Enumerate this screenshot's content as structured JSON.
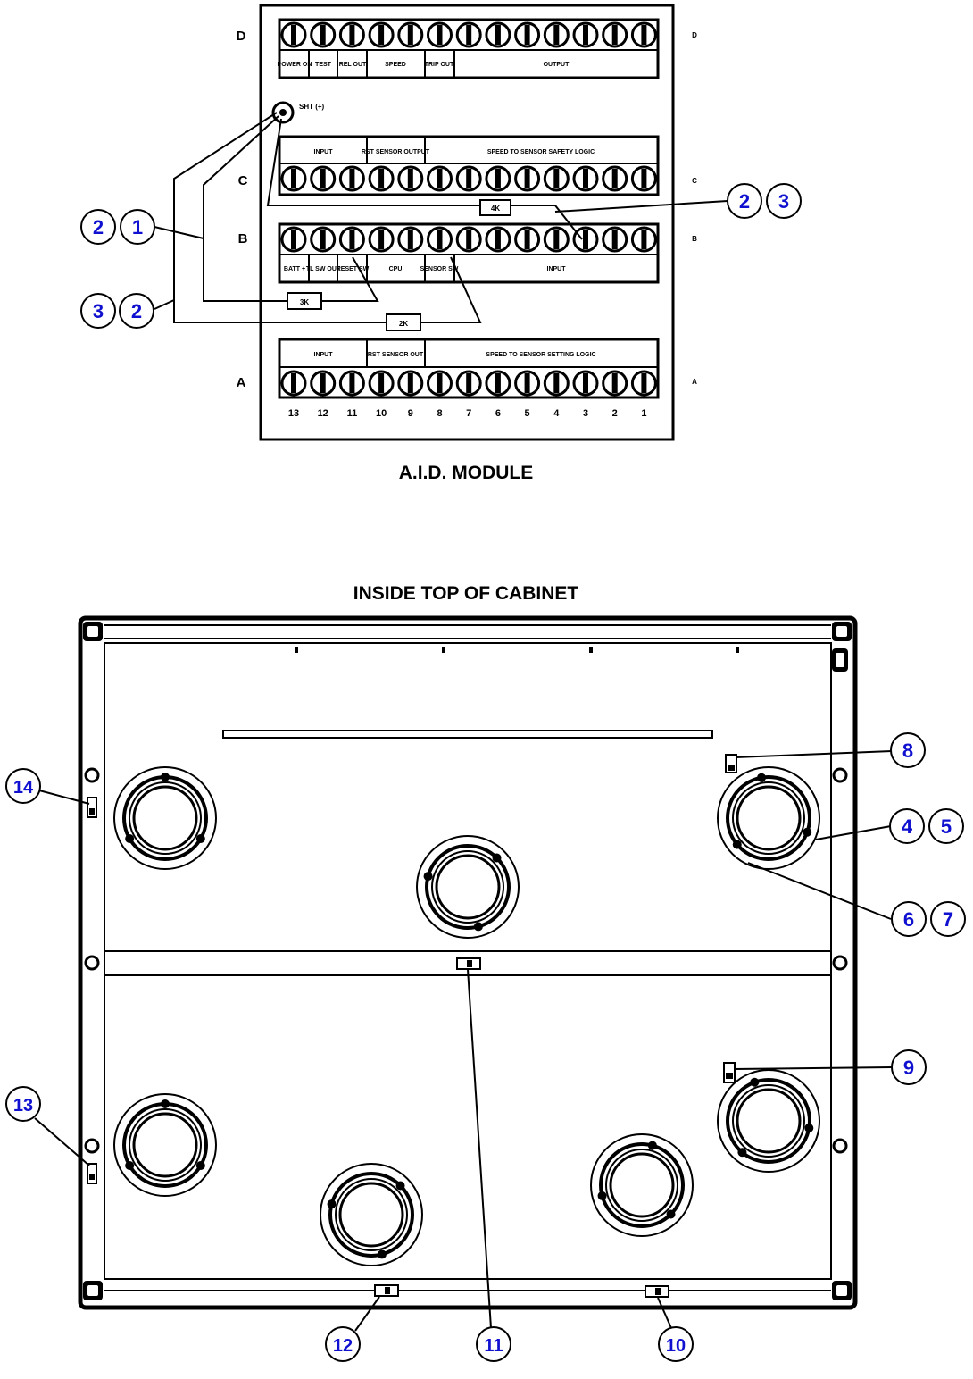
{
  "aid_module": {
    "caption": "A.I.D. MODULE",
    "rows": [
      {
        "id": "D",
        "label": "D"
      },
      {
        "id": "C",
        "label": "C"
      },
      {
        "id": "B",
        "label": "B"
      },
      {
        "id": "A",
        "label": "A"
      }
    ],
    "terminal_count": 13,
    "terminal_numbers": [
      "13",
      "12",
      "11",
      "10",
      "9",
      "8",
      "7",
      "6",
      "5",
      "4",
      "3",
      "2",
      "1"
    ],
    "shunt_label": "SHT (+)",
    "row_d_headers": [
      "POWER ON",
      "TEST",
      "REL OUT",
      "SPEED",
      "TRIP OUT",
      "OUTPUT"
    ],
    "row_c_headers": [
      "INPUT",
      "RST SENSOR OUTPUT",
      "SPEED TO SENSOR SAFETY LOGIC"
    ],
    "row_b_headers": [
      "BATT +",
      "TL SW OUT",
      "RESET SW",
      "CPU",
      "SENSOR SW",
      "INPUT"
    ],
    "row_a_headers": [
      "INPUT",
      "RST SENSOR OUT",
      "SPEED TO SENSOR SETTING LOGIC"
    ],
    "tags": [
      "4K",
      "3K",
      "2K"
    ],
    "callouts": [
      {
        "id": "c21",
        "numbers": [
          "2",
          "1"
        ]
      },
      {
        "id": "c32",
        "numbers": [
          "3",
          "2"
        ]
      },
      {
        "id": "c23",
        "numbers": [
          "2",
          "3"
        ]
      }
    ]
  },
  "cabinet": {
    "caption": "INSIDE TOP OF CABINET",
    "callouts": [
      {
        "id": "c8",
        "numbers": [
          "8"
        ]
      },
      {
        "id": "c45",
        "numbers": [
          "4",
          "5"
        ]
      },
      {
        "id": "c67",
        "numbers": [
          "6",
          "7"
        ]
      },
      {
        "id": "c9",
        "numbers": [
          "9"
        ]
      },
      {
        "id": "c14",
        "numbers": [
          "14"
        ]
      },
      {
        "id": "c13",
        "numbers": [
          "13"
        ]
      },
      {
        "id": "c12",
        "numbers": [
          "12"
        ]
      },
      {
        "id": "c11",
        "numbers": [
          "11"
        ]
      },
      {
        "id": "c10",
        "numbers": [
          "10"
        ]
      }
    ]
  },
  "colors": {
    "line": "#000000",
    "callout_text": "#1010d0",
    "background": "#ffffff"
  }
}
